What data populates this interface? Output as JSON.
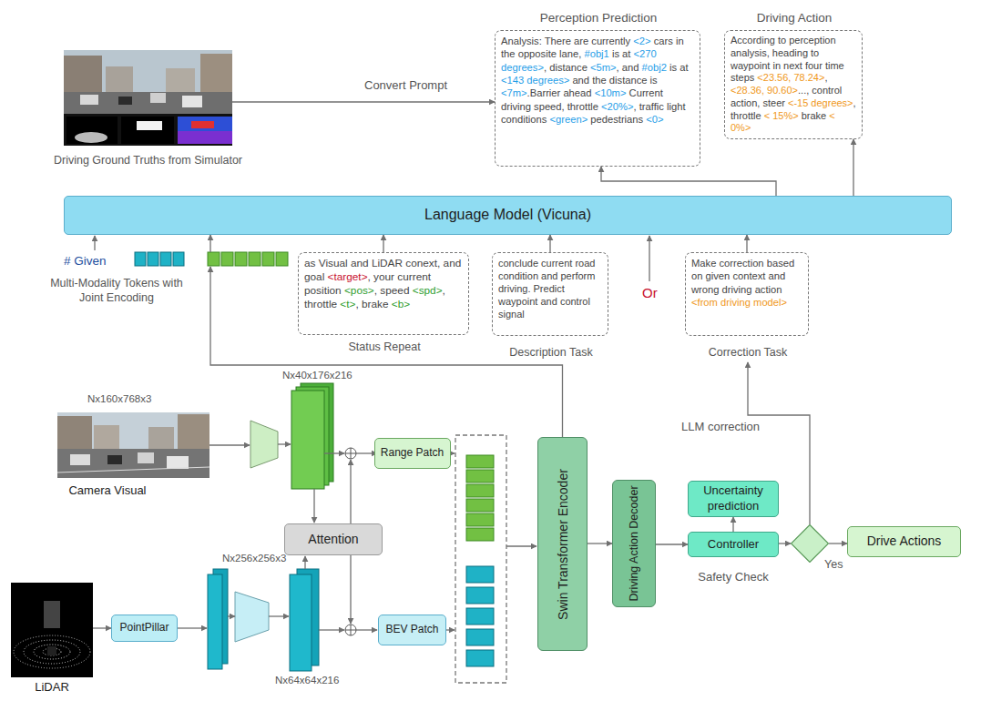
{
  "diagram": {
    "nodes": [
      {
        "text": [
          "Driving Ground Truths from Simulator"
        ]
      },
      {
        "text": [
          "Perception Prediction",
          "Analysis: There are currently <2> cars in the opposite lane, #obj1 is at <270 degrees>, distance <5m>, and #obj2 is at <143 degrees> and the distance is <7m>.Barrier ahead <10m> Current driving speed, throttle <20%>, traffic light conditions <green> pedestrians <0>"
        ]
      },
      {
        "text": [
          "Driving Action",
          "According to perception analysis, heading to waypoint in next four time steps <23.56, 78.24>, <28.36, 90.60>..., control action, steer <-15 degrees>, throttle < 15%> brake < 0%>"
        ]
      },
      {
        "text": [
          "Language Model (Vicuna)"
        ]
      },
      {
        "text": [
          "Multi-Modality Tokens with Joint Encoding"
        ]
      },
      {
        "text": [
          "as Visual and LiDAR conext, and goal <target>, your current position <pos>, speed <spd>, throttle <t>, brake <b>",
          "Status Repeat"
        ]
      },
      {
        "text": [
          "conclude current road condition and perform driving. Predict waypoint and control signal",
          "Description Task"
        ]
      },
      {
        "text": [
          "Make correction based on given context and wrong driving action <from driving model>",
          "Correction Task"
        ]
      },
      {
        "text": [
          "Camera Visual"
        ]
      },
      {
        "text": [
          "Range Patch"
        ]
      },
      {
        "text": [
          "Attention"
        ]
      },
      {
        "text": [
          "LiDAR"
        ]
      },
      {
        "text": [
          "PointPillar"
        ]
      },
      {
        "text": [
          "BEV Patch"
        ]
      },
      {
        "text": [
          "Swin Transformer Encoder"
        ]
      },
      {
        "text": [
          "Driving Action Decoder"
        ]
      },
      {
        "text": [
          "Uncertainty prediction"
        ]
      },
      {
        "text": [
          "Controller"
        ]
      },
      {
        "text": [
          "Safety Check"
        ]
      },
      {
        "text": [
          "Drive Actions"
        ]
      }
    ],
    "edges": [
      {
        "from": 0,
        "to": 1,
        "label": "Convert Prompt",
        "arrow": "to"
      },
      {
        "from": 3,
        "to": 1,
        "arrow": "to"
      },
      {
        "from": 3,
        "to": 2,
        "arrow": "to"
      },
      {
        "from": 4,
        "to": 3,
        "arrow": "to"
      },
      {
        "from": 5,
        "to": 3,
        "arrow": "to"
      },
      {
        "from": 6,
        "to": 3,
        "arrow": "to"
      },
      {
        "from": 7,
        "to": 3,
        "arrow": "to"
      },
      {
        "from": 14,
        "to": 4,
        "arrow": "to"
      },
      {
        "from": 11,
        "to": 12,
        "arrow": "to"
      },
      {
        "from": 14,
        "to": 15,
        "arrow": "to"
      },
      {
        "from": 15,
        "to": 17,
        "arrow": "to"
      },
      {
        "from": 17,
        "to": 16,
        "arrow": "to"
      },
      {
        "from": 17,
        "to": 18,
        "arrow": "to"
      },
      {
        "from": 18,
        "to": 19,
        "label": "Yes",
        "arrow": "to"
      },
      {
        "from": 18,
        "to": 7,
        "label": "LLM correction",
        "arrow": "to"
      }
    ],
    "labels": [
      "# Given",
      "Or",
      "Nx160x768x3",
      "Nx40x176x216",
      "Nx256x256x3",
      "Nx64x64x216"
    ]
  }
}
